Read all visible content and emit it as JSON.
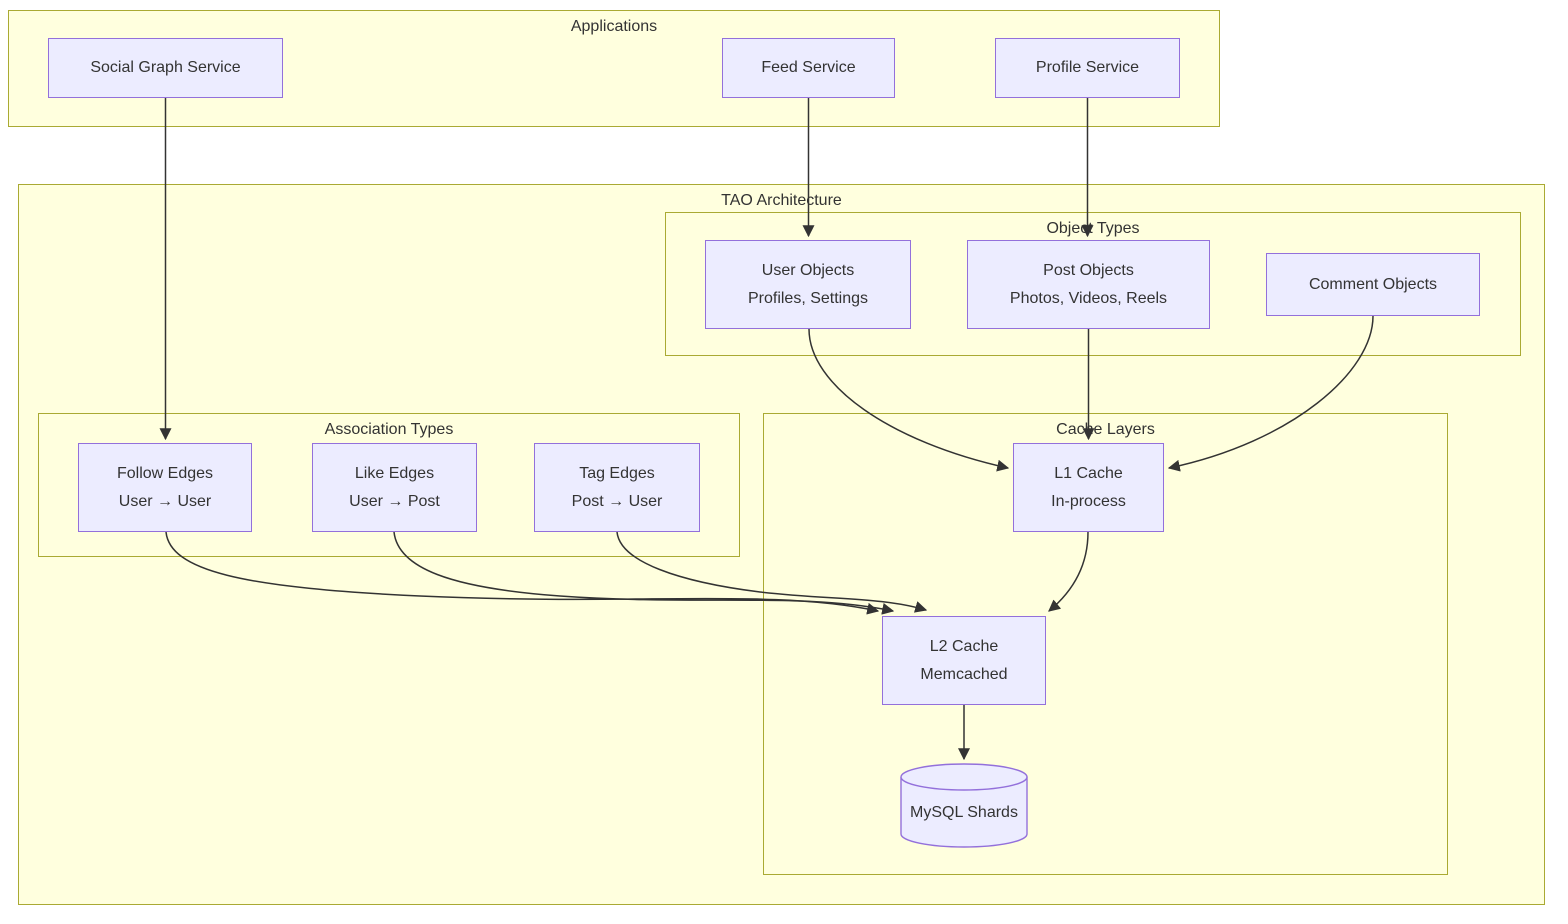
{
  "diagram": {
    "title": "TAO Architecture diagram",
    "colors": {
      "node_fill": "#ececff",
      "node_border": "#9370db",
      "cluster_fill": "#ffffde",
      "cluster_border": "#aaaa33",
      "edge_color": "#333333",
      "text_color": "#333333",
      "background": "#ffffff"
    },
    "clusters": {
      "applications": {
        "label": "Applications"
      },
      "tao": {
        "label": "TAO Architecture"
      },
      "object_types": {
        "label": "Object Types"
      },
      "association_types": {
        "label": "Association Types"
      },
      "cache_layers": {
        "label": "Cache Layers"
      }
    },
    "nodes": {
      "social_graph": {
        "line1": "Social Graph Service"
      },
      "feed": {
        "line1": "Feed Service"
      },
      "profile": {
        "line1": "Profile Service"
      },
      "user_objects": {
        "line1": "User Objects",
        "line2": "Profiles, Settings"
      },
      "post_objects": {
        "line1": "Post Objects",
        "line2": "Photos, Videos, Reels"
      },
      "comment_objects": {
        "line1": "Comment Objects"
      },
      "follow_edges": {
        "line1": "Follow Edges",
        "line2": "User → User"
      },
      "like_edges": {
        "line1": "Like Edges",
        "line2": "User → Post"
      },
      "tag_edges": {
        "line1": "Tag Edges",
        "line2": "Post → User"
      },
      "l1_cache": {
        "line1": "L1 Cache",
        "line2": "In-process"
      },
      "l2_cache": {
        "line1": "L2 Cache",
        "line2": "Memcached"
      },
      "mysql_shards": {
        "line1": "MySQL Shards"
      }
    },
    "edges": [
      {
        "from": "Social Graph Service",
        "to": "Follow Edges"
      },
      {
        "from": "Feed Service",
        "to": "User Objects"
      },
      {
        "from": "Profile Service",
        "to": "Post Objects"
      },
      {
        "from": "User Objects",
        "to": "L1 Cache"
      },
      {
        "from": "Post Objects",
        "to": "L1 Cache"
      },
      {
        "from": "Comment Objects",
        "to": "L1 Cache"
      },
      {
        "from": "Follow Edges",
        "to": "L2 Cache"
      },
      {
        "from": "Like Edges",
        "to": "L2 Cache"
      },
      {
        "from": "Tag Edges",
        "to": "L2 Cache"
      },
      {
        "from": "L1 Cache",
        "to": "L2 Cache"
      },
      {
        "from": "L2 Cache",
        "to": "MySQL Shards"
      }
    ]
  }
}
